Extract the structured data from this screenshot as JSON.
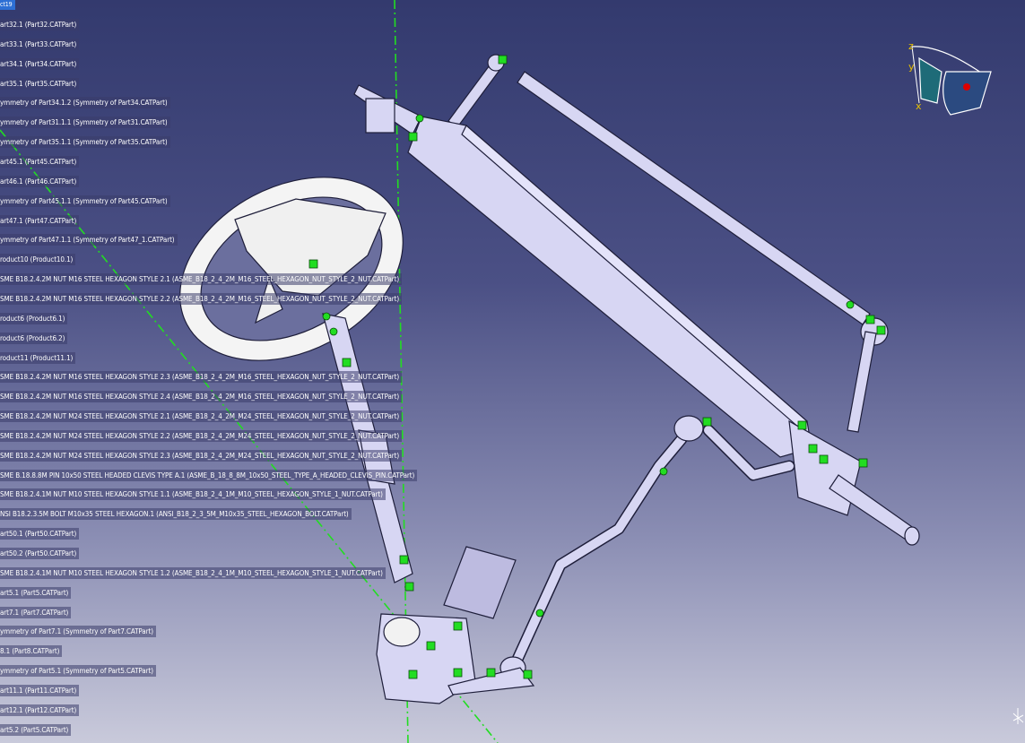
{
  "tree": {
    "root_label": "ct19",
    "items": [
      "art32.1 (Part32.CATPart)",
      "art33.1 (Part33.CATPart)",
      "art34.1 (Part34.CATPart)",
      "art35.1 (Part35.CATPart)",
      "ymmetry of Part34.1.2 (Symmetry of Part34.CATPart)",
      "ymmetry of Part31.1.1 (Symmetry of Part31.CATPart)",
      "ymmetry of Part35.1.1 (Symmetry of Part35.CATPart)",
      "art45.1 (Part45.CATPart)",
      "art46.1 (Part46.CATPart)",
      "ymmetry of Part45.1.1 (Symmetry of Part45.CATPart)",
      "art47.1 (Part47.CATPart)",
      "ymmetry of Part47.1.1 (Symmetry of Part47_1.CATPart)",
      "roduct10 (Product10.1)",
      "SME B18.2.4.2M NUT M16 STEEL HEXAGON STYLE 2.1 (ASME_B18_2_4_2M_M16_STEEL_HEXAGON_NUT_STYLE_2_NUT.CATPart)",
      "SME B18.2.4.2M NUT M16 STEEL HEXAGON STYLE 2.2 (ASME_B18_2_4_2M_M16_STEEL_HEXAGON_NUT_STYLE_2_NUT.CATPart)",
      "roduct6 (Product6.1)",
      "roduct6 (Product6.2)",
      "roduct11 (Product11.1)",
      "SME B18.2.4.2M NUT M16 STEEL HEXAGON STYLE 2.3 (ASME_B18_2_4_2M_M16_STEEL_HEXAGON_NUT_STYLE_2_NUT.CATPart)",
      "SME B18.2.4.2M NUT M16 STEEL HEXAGON STYLE 2.4 (ASME_B18_2_4_2M_M16_STEEL_HEXAGON_NUT_STYLE_2_NUT.CATPart)",
      "SME B18.2.4.2M NUT M24 STEEL HEXAGON STYLE 2.1 (ASME_B18_2_4_2M_M24_STEEL_HEXAGON_NUT_STYLE_2_NUT.CATPart)",
      "SME B18.2.4.2M NUT M24 STEEL HEXAGON STYLE 2.2 (ASME_B18_2_4_2M_M24_STEEL_HEXAGON_NUT_STYLE_2_NUT.CATPart)",
      "SME B18.2.4.2M NUT M24 STEEL HEXAGON STYLE 2.3 (ASME_B18_2_4_2M_M24_STEEL_HEXAGON_NUT_STYLE_2_NUT.CATPart)",
      "SME B.18.8.8M PIN 10x50 STEEL HEADED CLEVIS TYPE A.1 (ASME_B_18_8_8M_10x50_STEEL_TYPE_A_HEADED_CLEVIS_PIN.CATPart)",
      "SME B18.2.4.1M NUT M10 STEEL HEXAGON STYLE 1.1 (ASME_B18_2_4_1M_M10_STEEL_HEXAGON_STYLE_1_NUT.CATPart)",
      "NSI B18.2.3.5M BOLT M10x35 STEEL HEXAGON.1 (ANSI_B18_2_3_5M_M10x35_STEEL_HEXAGON_BOLT.CATPart)",
      "art50.1 (Part50.CATPart)",
      "art50.2 (Part50.CATPart)",
      "SME B18.2.4.1M NUT M10 STEEL HEXAGON STYLE 1.2 (ASME_B18_2_4_1M_M10_STEEL_HEXAGON_STYLE_1_NUT.CATPart)",
      "art5.1 (Part5.CATPart)",
      "art7.1 (Part7.CATPart)",
      "ymmetry of Part7.1 (Symmetry of Part7.CATPart)",
      "8.1 (Part8.CATPart)",
      "ymmetry of Part5.1 (Symmetry of Part5.CATPart)",
      "art11.1 (Part11.CATPart)",
      "art12.1 (Part12.CATPart)",
      "art5.2 (Part5.CATPart)"
    ]
  },
  "compass": {
    "axis_x": "x",
    "axis_y": "y",
    "axis_z": "z"
  },
  "colors": {
    "background_top": "#333a6e",
    "background_bottom": "#c9cadb",
    "part_fill": "#d7d6f3",
    "part_stroke": "#1e1e3a",
    "constraint_green": "#22dd22",
    "axis_line": "#22dd22",
    "tree_selected": "#2d6fd4",
    "compass_teal": "#1e6b78",
    "compass_red": "#dd0000"
  }
}
